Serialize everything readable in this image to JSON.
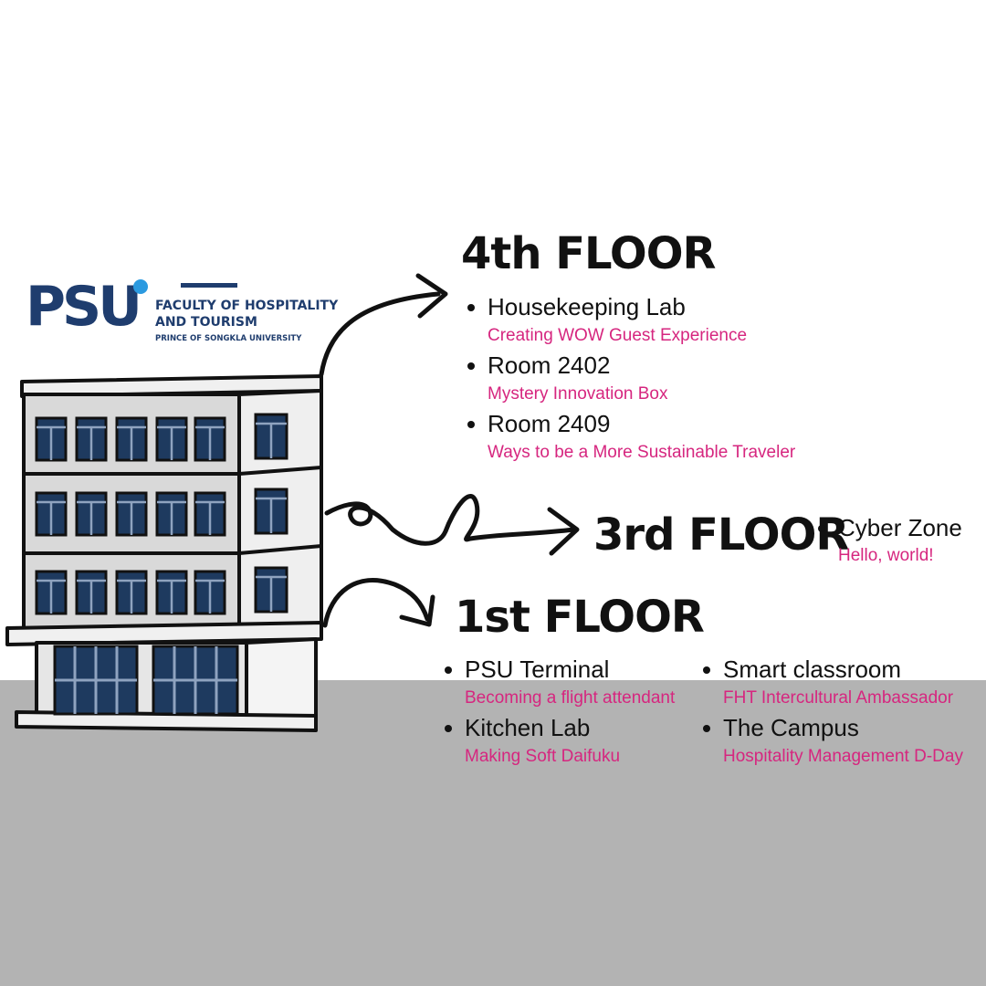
{
  "logo": {
    "letters": "PSU",
    "line1": "FACULTY OF HOSPITALITY",
    "line2": "AND TOURISM",
    "line3": "PRINCE OF SONGKLA UNIVERSITY",
    "color": "#1f3d6e",
    "dot_color": "#2b9ae0"
  },
  "colors": {
    "background": "#ffffff",
    "ground": "#b3b3b3",
    "heading": "#111111",
    "activity": "#d6267f",
    "window": "#1e3a5f"
  },
  "icons": [
    "building-illustration",
    "arrow-to-4th-floor",
    "loop-arrow-to-3rd-floor",
    "arrow-to-1st-floor"
  ],
  "floors": {
    "fourth": {
      "title": "4th FLOOR",
      "rooms": [
        {
          "name": "Housekeeping Lab",
          "activity": "Creating WOW Guest Experience"
        },
        {
          "name": "Room 2402",
          "activity": "Mystery Innovation Box"
        },
        {
          "name": "Room 2409",
          "activity": "Ways to be a More Sustainable Traveler"
        }
      ]
    },
    "third": {
      "title": "3rd FLOOR",
      "rooms": [
        {
          "name": "Cyber Zone",
          "activity": "Hello, world!"
        }
      ]
    },
    "first": {
      "title": "1st FLOOR",
      "rooms": [
        {
          "name": "PSU Terminal",
          "activity": "Becoming a flight attendant"
        },
        {
          "name": "Kitchen Lab",
          "activity": "Making Soft Daifuku"
        },
        {
          "name": "Smart classroom",
          "activity": "FHT Intercultural Ambassador"
        },
        {
          "name": "The Campus",
          "activity": "Hospitality Management D-Day"
        }
      ]
    }
  }
}
